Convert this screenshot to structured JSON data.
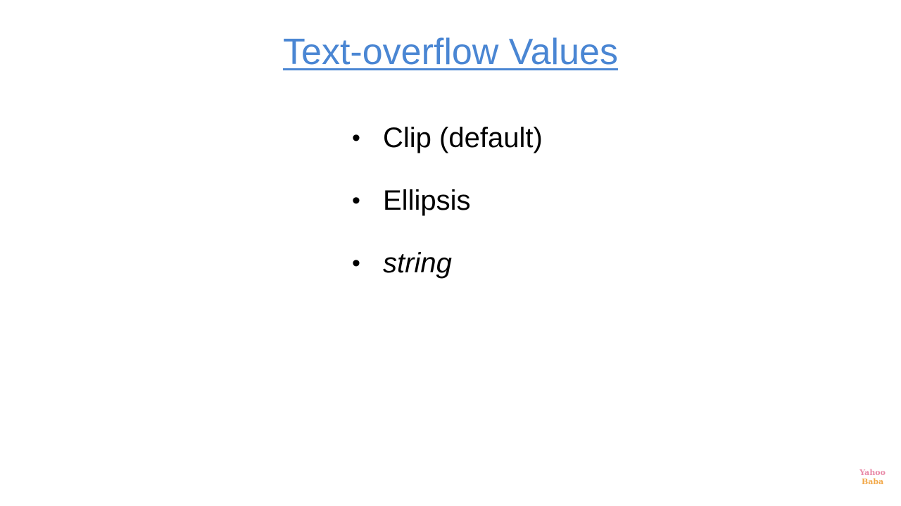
{
  "slide": {
    "title": "Text-overflow Values",
    "title_color": "#4a86d3",
    "bullet_glyph": "•",
    "bullets": [
      {
        "text": "Clip (default)",
        "style": "normal"
      },
      {
        "text": "Ellipsis",
        "style": "normal"
      },
      {
        "text": "string",
        "style": "italic"
      }
    ]
  },
  "watermark": {
    "line1": "Yahoo",
    "line2": "Baba",
    "colors": [
      "#e98aa8",
      "#f2a848"
    ]
  }
}
